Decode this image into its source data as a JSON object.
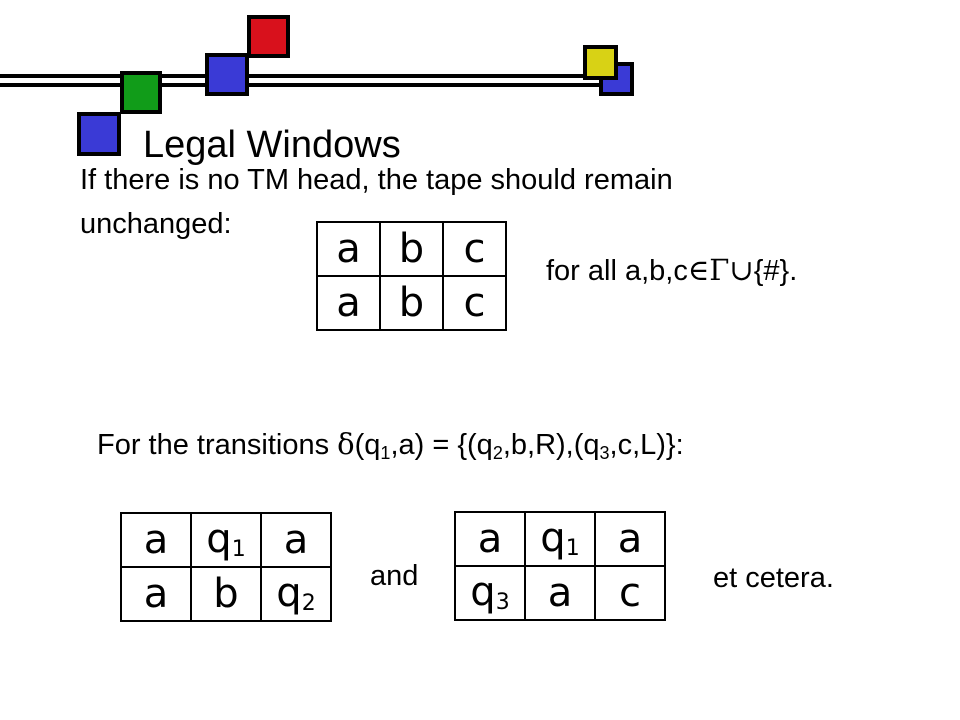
{
  "slide": {
    "title": "Legal Windows",
    "line1": "If there is no TM head, the tape should remain",
    "line2": "unchanged:",
    "forall_prefix": "for all a,b,c",
    "forall_symbols": "∈Γ∪",
    "forall_suffix": "{#}.",
    "trans_prefix": "For the transitions ",
    "trans_delta": "δ",
    "trans_a": "(q",
    "trans_sub1": "1",
    "trans_b": ",a) = {(q",
    "trans_sub2": "2",
    "trans_c": ",b,R),(q",
    "trans_sub3": "3",
    "trans_d": ",c,L)}:",
    "and_label": "and",
    "etc_label": "et cetera."
  },
  "windows": {
    "w1": {
      "r1": [
        "a",
        "b",
        "c"
      ],
      "r2": [
        "a",
        "b",
        "c"
      ]
    },
    "w2": {
      "r1": [
        "a",
        "q",
        "a"
      ],
      "r1_sub": "1",
      "r2": [
        "a",
        "b",
        "q"
      ],
      "r2_sub": "2"
    },
    "w3": {
      "r1": [
        "a",
        "q",
        "a"
      ],
      "r1_sub": "1",
      "r2": [
        "q",
        "a",
        "c"
      ],
      "r2_sub": "3"
    }
  },
  "colors": {
    "red": "#d8111c",
    "blue": "#3a3ad6",
    "green": "#119c19",
    "yellow": "#d8d215"
  }
}
